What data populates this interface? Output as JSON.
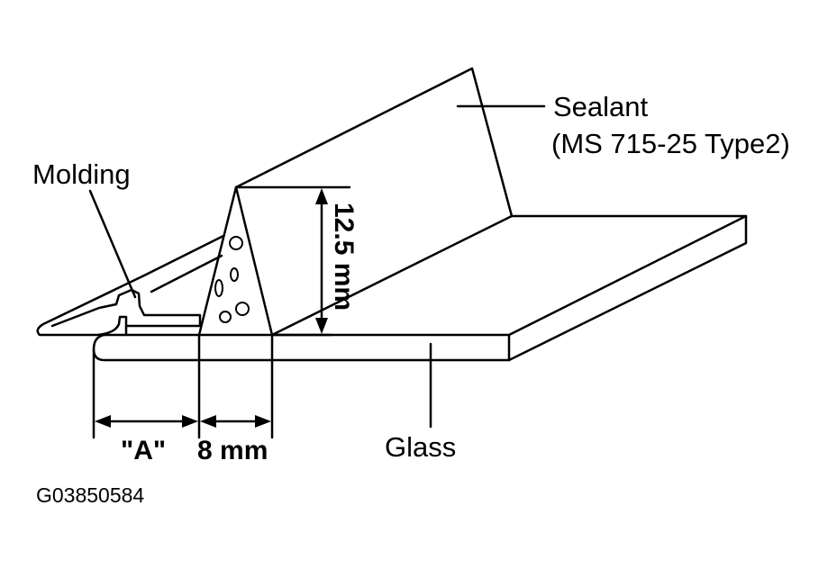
{
  "labels": {
    "sealant": "Sealant",
    "sealant_spec": "(MS 715-25 Type2)",
    "molding": "Molding",
    "height": "12.5 mm",
    "width": "8 mm",
    "dim_a": "\"A\"",
    "glass": "Glass",
    "figure_code": "G03850584"
  },
  "colors": {
    "line": "#000000",
    "background": "#ffffff"
  }
}
